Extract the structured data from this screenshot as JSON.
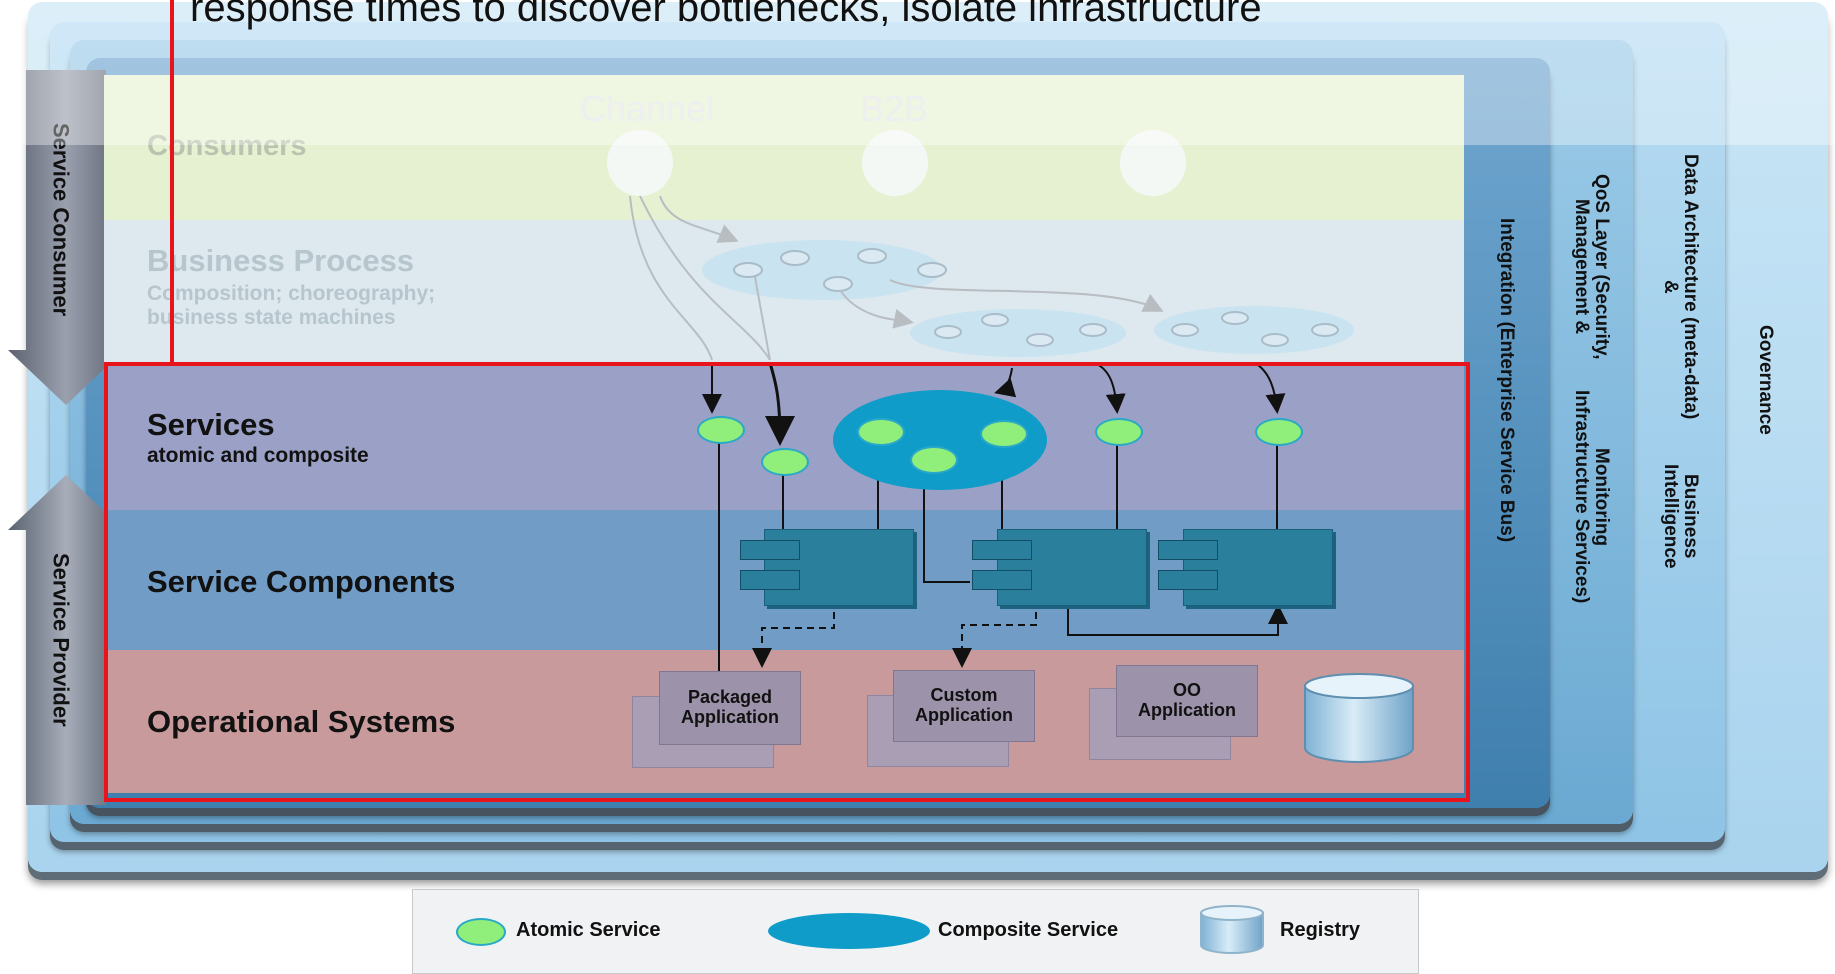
{
  "header": {
    "text": "response times to discover bottlenecks, isolate infrastructure"
  },
  "side_labels": {
    "consumer": "Service Consumer",
    "provider": "Service Provider"
  },
  "top_labels": {
    "channel": "Channel",
    "b2b": "B2B"
  },
  "layers": {
    "consumers": {
      "title": "Consumers"
    },
    "business_process": {
      "title": "Business Process",
      "subtitle_line1": "Composition; choreography;",
      "subtitle_line2": "business state machines"
    },
    "services": {
      "title": "Services",
      "subtitle": "atomic and composite"
    },
    "service_components": {
      "title": "Service Components"
    },
    "operational_systems": {
      "title": "Operational Systems"
    }
  },
  "applications": [
    {
      "line1": "Packaged",
      "line2": "Application"
    },
    {
      "line1": "Custom",
      "line2": "Application"
    },
    {
      "line1": "OO",
      "line2": "Application"
    }
  ],
  "vertical_layers": {
    "integration": "Integration (Enterprise Service Bus)",
    "qos_line1": "QoS Layer (Security, Management &",
    "qos_line2": "Monitoring Infrastructure Services)",
    "data_line1": "Data Architecture (meta-data) &",
    "data_line2": "Business Intelligence",
    "governance": "Governance"
  },
  "legend": {
    "atomic": "Atomic Service",
    "composite": "Composite Service",
    "registry": "Registry"
  },
  "colors": {
    "highlight": "#e8141c",
    "services_band": "#9aa0c4",
    "components_band": "#6f9cc6",
    "operational_band": "#c99a9c",
    "integration": "#4f8fba",
    "qos": "#7eb6dc",
    "data": "#9ccbe8",
    "governance": "#b9ddf2"
  }
}
